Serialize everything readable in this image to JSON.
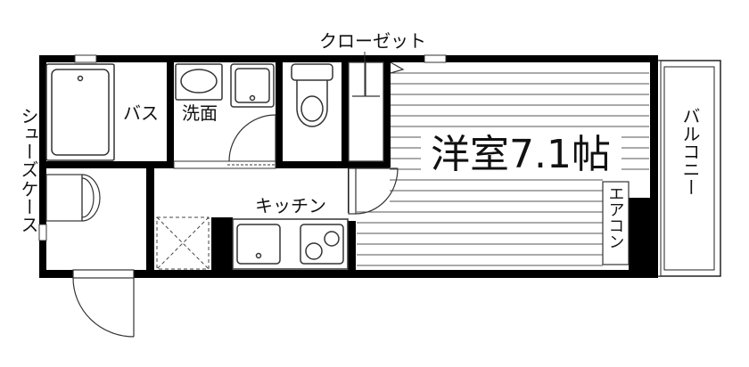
{
  "labels": {
    "closet": "クローゼット",
    "bath": "バス",
    "washroom": "洗面",
    "shoe_case_1": "シューズ",
    "shoe_case_2": "ケース",
    "kitchen": "キッチン",
    "room": "洋室7.1帖",
    "aircon": "エアコン",
    "balcony": "バルコニー"
  },
  "colors": {
    "wall": "#000000",
    "line": "#333333",
    "background": "#ffffff"
  }
}
